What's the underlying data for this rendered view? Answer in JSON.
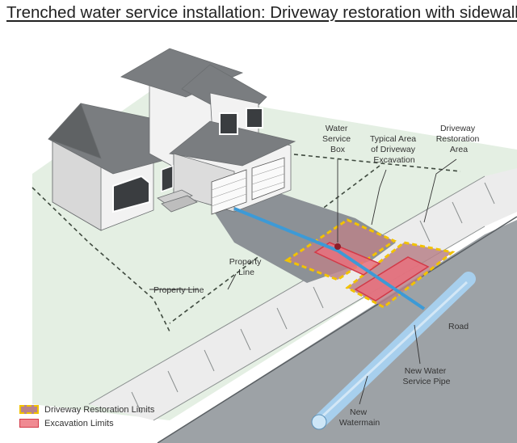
{
  "title": "Trenched water service installation: Driveway restoration with sidewalk",
  "labels": {
    "water_service_box": [
      "Water",
      "Service",
      "Box"
    ],
    "typical_area": [
      "Typical Area",
      "of Driveway",
      "Excavation"
    ],
    "driveway_restoration_area": [
      "Driveway",
      "Restoration",
      "Area"
    ],
    "property_line_left": "Property Line",
    "property_line_center": [
      "Property",
      "Line"
    ],
    "road": "Road",
    "new_water_service_pipe": [
      "New Water",
      "Service Pipe"
    ],
    "new_watermain": [
      "New",
      "Watermain"
    ]
  },
  "legend": {
    "restoration_limits": "Driveway Restoration Limits",
    "excavation_limits": "Excavation Limits"
  },
  "colors": {
    "lawn": "#e4efe3",
    "sidewalk": "#ececec",
    "road": "#9da2a6",
    "driveway": "#8c9196",
    "restoration_fill": "#b8838a",
    "restoration_border": "#f2c200",
    "excavation_fill": "#e8707c",
    "excavation_border": "#d23a48",
    "service_pipe": "#3d9ad6",
    "watermain": "#a8d2f0",
    "house_wall": "#f2f2f2",
    "roof": "#7a7d80"
  }
}
